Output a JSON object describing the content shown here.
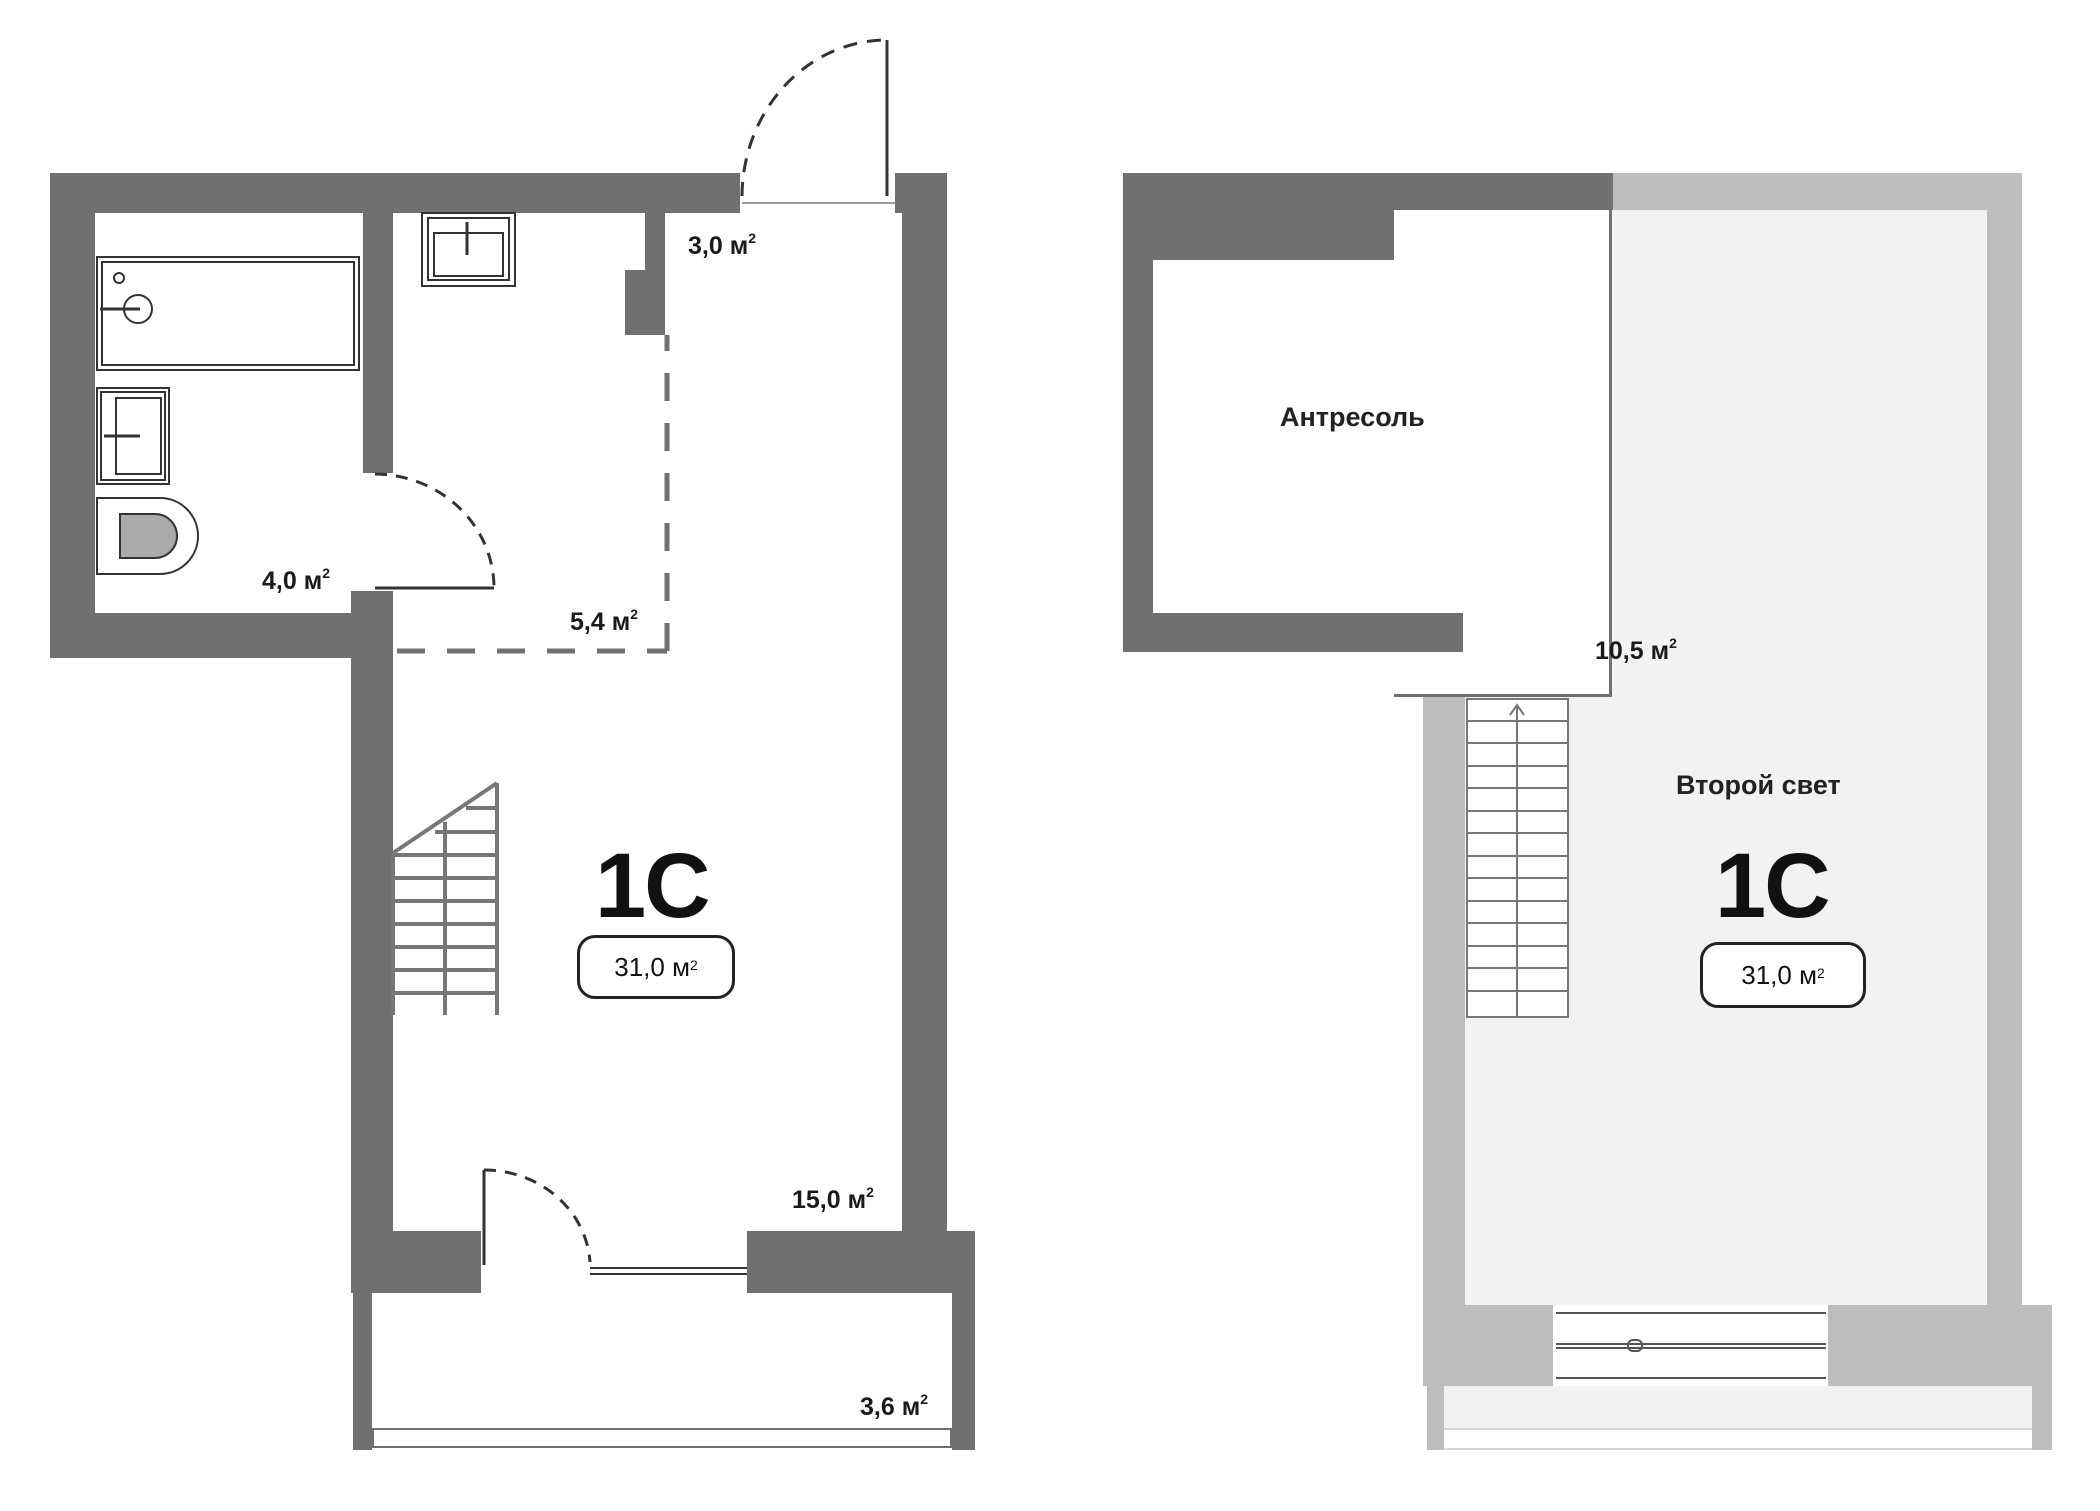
{
  "plans": [
    {
      "id": "level-1",
      "unit": {
        "label": "1С",
        "total_area": "31,0 м",
        "total_area_sup": "2"
      },
      "rooms": [
        {
          "name": "entrance-hall",
          "area": "3,0 м",
          "sup": "2"
        },
        {
          "name": "bathroom",
          "area": "4,0 м",
          "sup": "2"
        },
        {
          "name": "kitchen-zone",
          "area": "5,4 м",
          "sup": "2"
        },
        {
          "name": "living-room",
          "area": "15,0 м",
          "sup": "2"
        },
        {
          "name": "balcony",
          "area": "3,6 м",
          "sup": "2"
        }
      ]
    },
    {
      "id": "level-2",
      "unit": {
        "label": "1С",
        "total_area": "31,0 м",
        "total_area_sup": "2"
      },
      "rooms": [
        {
          "name": "mezzanine",
          "title": "Антресоль",
          "area": "10,5 м",
          "sup": "2"
        },
        {
          "name": "double-height",
          "title": "Второй свет"
        }
      ]
    }
  ],
  "colors": {
    "wall_dark": "#707070",
    "wall_light": "#bdbdbd",
    "floor_light": "#f2f2f2",
    "text": "#111111"
  }
}
